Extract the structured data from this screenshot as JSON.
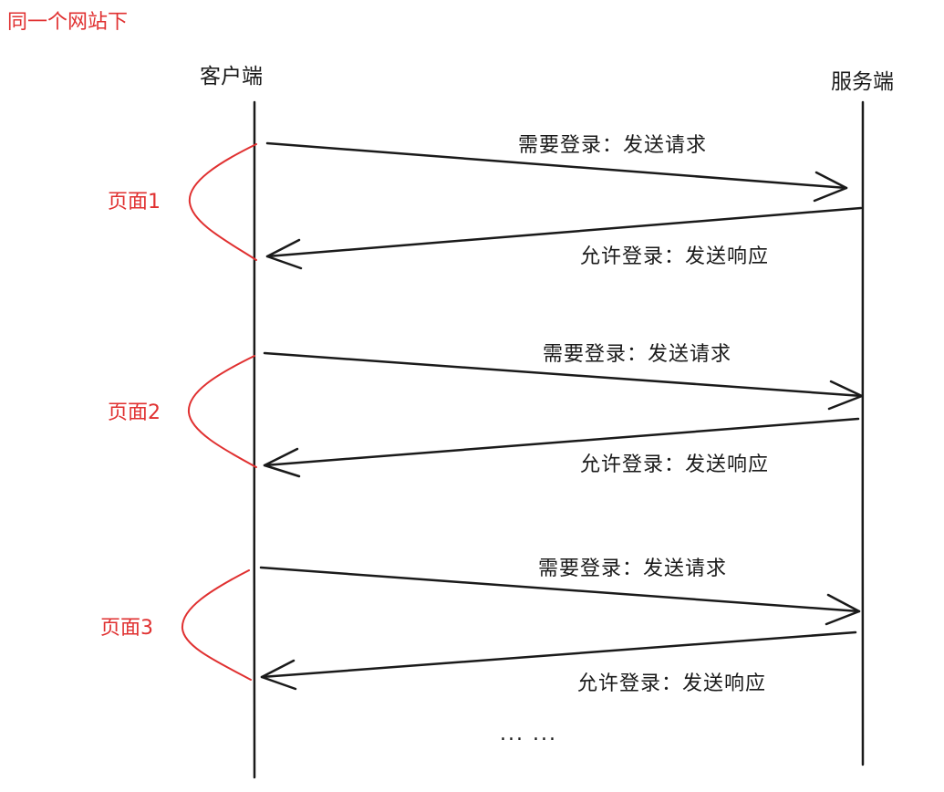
{
  "title": "同一个网站下",
  "actors": {
    "client": "客户端",
    "server": "服务端"
  },
  "colors": {
    "ink": "#1a1a1a",
    "accent": "#e03030"
  },
  "rounds": [
    {
      "page_label": "页面1",
      "request_label": "需要登录：发送请求",
      "response_label": "允许登录：发送响应"
    },
    {
      "page_label": "页面2",
      "request_label": "需要登录：发送请求",
      "response_label": "允许登录：发送响应"
    },
    {
      "page_label": "页面3",
      "request_label": "需要登录：发送请求",
      "response_label": "允许登录：发送响应"
    }
  ],
  "ellipsis": "... ..."
}
